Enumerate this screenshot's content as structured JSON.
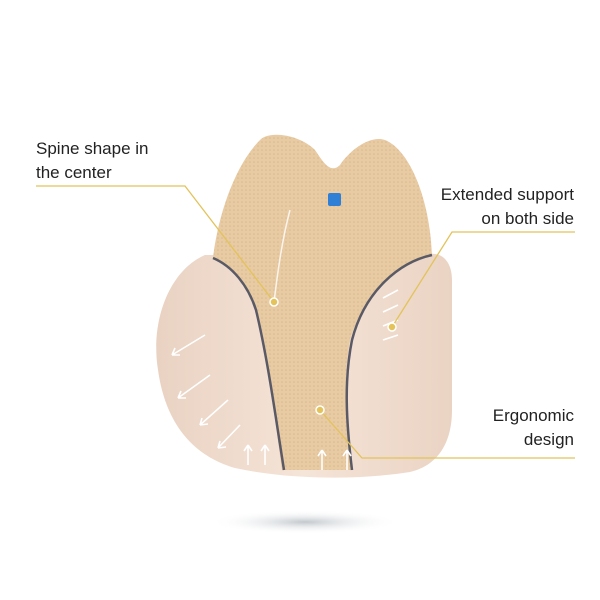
{
  "callouts": [
    {
      "line1": "Spine shape in",
      "line2": "the center"
    },
    {
      "line1": "Extended support",
      "line2": "on both side"
    },
    {
      "line1": "Ergonomic",
      "line2": "design"
    }
  ],
  "colors": {
    "callout_line": "#e3c35a",
    "mesh": "#e8c9a2",
    "side_foam": "#f1ddcf",
    "piping": "#5a5a66",
    "tag": "#2f7fd6"
  }
}
